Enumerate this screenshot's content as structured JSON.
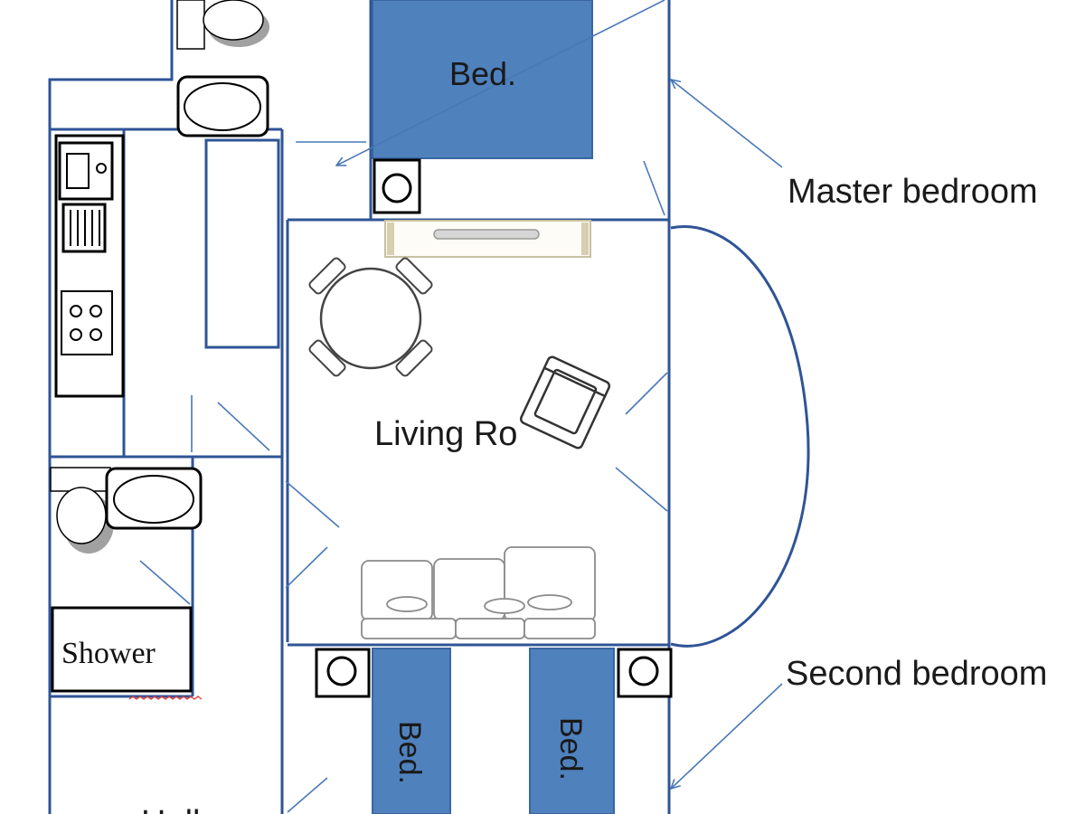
{
  "labels": {
    "master_bed": "Bed.",
    "living_room": "Living Ro",
    "shower": "Shower",
    "second_bed_left": "Bed.",
    "second_bed_right": "Bed.",
    "hall": "Hall"
  },
  "callouts": {
    "master_bedroom": "Master bedroom",
    "second_bedroom": "Second bedroom"
  },
  "colors": {
    "wall": "#2f5496",
    "bed_fill": "#4f81bd",
    "bed_stroke": "#3a66a0",
    "arrow": "#4a78b8",
    "furniture": "#000000",
    "sofa": "#8a8a8a"
  }
}
